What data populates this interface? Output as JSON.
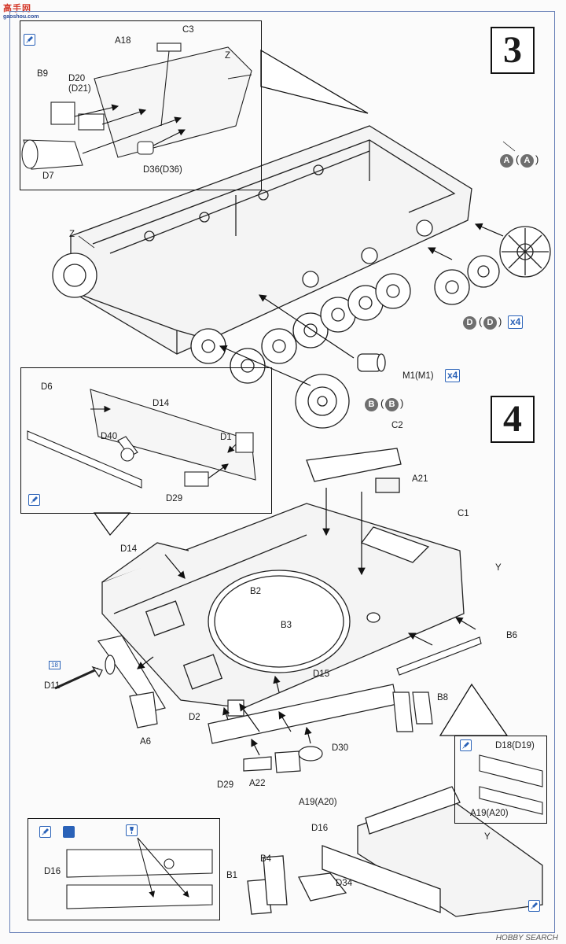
{
  "watermark": {
    "text": "高手网",
    "sub": "gaoshou.com"
  },
  "steps": [
    {
      "number": "3"
    },
    {
      "number": "4"
    }
  ],
  "step3": {
    "inset_labels": {
      "c3": "C3",
      "a18": "A18",
      "z_top": "Z",
      "b9": "B9",
      "d20": "D20",
      "d21": "(D21)",
      "d7": "D7",
      "d36": "D36(D36)"
    },
    "labels": {
      "z": "Z",
      "m1": "M1(M1)"
    },
    "callouts": {
      "a": {
        "letter": "A",
        "repeat": "A"
      },
      "d": {
        "letter": "D",
        "repeat": "D",
        "qty": "x4"
      },
      "b": {
        "letter": "B",
        "repeat": "B"
      },
      "m1_qty": "x4"
    }
  },
  "step4": {
    "inset_labels": {
      "d6": "D6",
      "d14": "D14",
      "d40": "D40",
      "d1": "D1",
      "d29": "D29"
    },
    "labels": {
      "c2": "C2",
      "a21": "A21",
      "c1": "C1",
      "d14": "D14",
      "y": "Y",
      "b2": "B2",
      "b3": "B3",
      "b6": "B6",
      "d15": "D15",
      "d11": "D11",
      "b8": "B8",
      "a6": "A6",
      "d2": "D2",
      "d30": "D30",
      "d29": "D29",
      "a22": "A22",
      "a19": "A19(A20)",
      "d16": "D16",
      "b4": "B4",
      "b1": "B1",
      "d34": "D34",
      "y2": "Y"
    },
    "right_inset_labels": {
      "d18": "D18(D19)",
      "a19": "A19(A20)"
    },
    "bottom_inset_labels": {
      "d16": "D16"
    },
    "scale_tag": "18"
  },
  "footer": {
    "credit": "HOBBY SEARCH"
  },
  "colors": {
    "accent": "#2a62b8",
    "frame": "#6a82b8",
    "callout": "#6e6e6e"
  }
}
